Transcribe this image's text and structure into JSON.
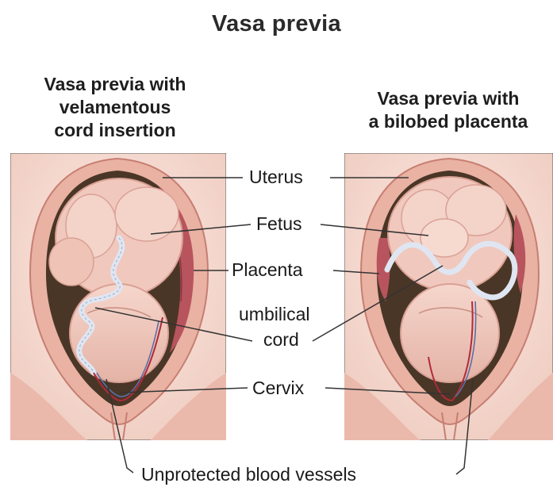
{
  "title": "Vasa previa",
  "panels": {
    "left": {
      "heading_line1": "Vasa previa with",
      "heading_line2": "velamentous",
      "heading_line3": "cord insertion"
    },
    "right": {
      "heading_line1": "Vasa previa with",
      "heading_line2": "a bilobed placenta"
    }
  },
  "labels": {
    "uterus": "Uterus",
    "fetus": "Fetus",
    "placenta": "Placenta",
    "umbilical_line1": "umbilical",
    "umbilical_line2": "cord",
    "cervix": "Cervix",
    "vessels": "Unprotected blood vessels"
  },
  "colors": {
    "uterus_outer": "#d98c82",
    "uterus_wall": "#e9b2a3",
    "amniotic_dark": "#4a3626",
    "fetus_skin": "#f1c8bd",
    "fetus_shadow": "#d9a195",
    "placenta": "#b8545e",
    "cord": "#dfe6f2",
    "vessel_red": "#b02a3a",
    "vessel_blue": "#5a6fa6",
    "background_tissue": "#f5ddd5",
    "leader_line": "#333333"
  }
}
